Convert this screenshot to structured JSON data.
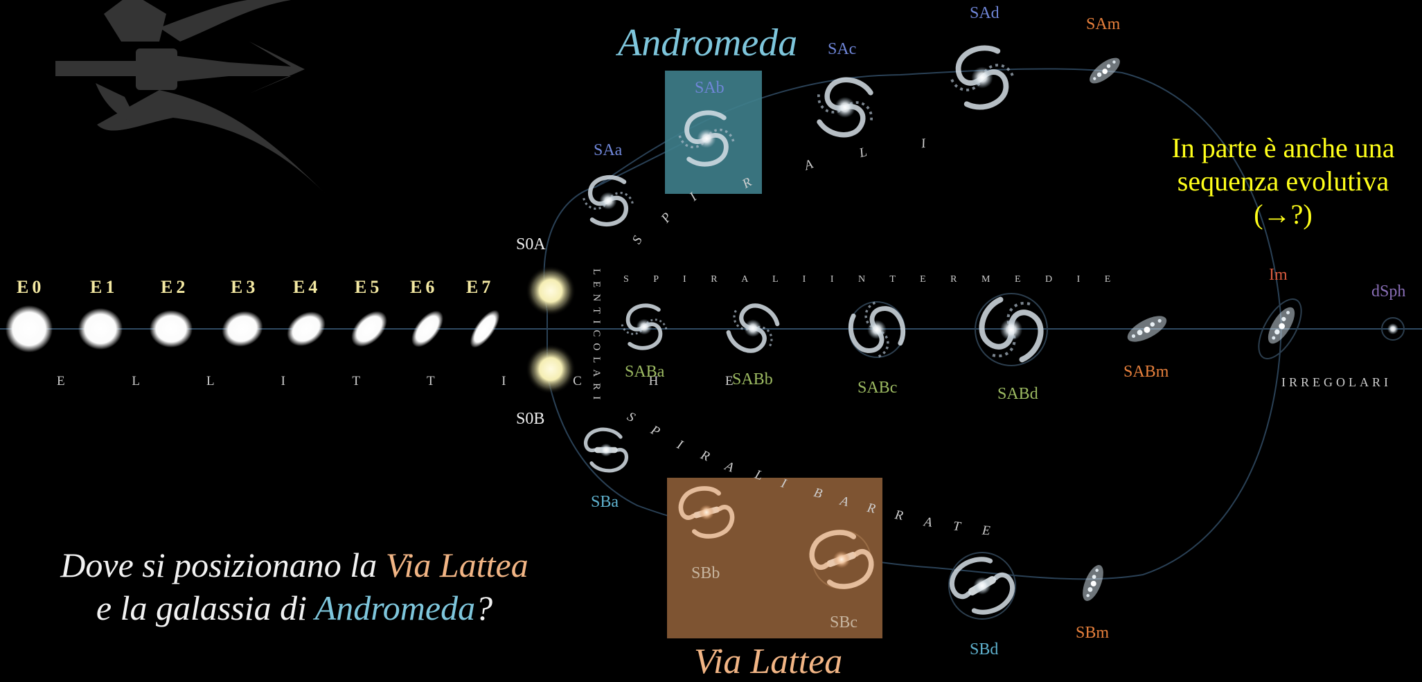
{
  "elliptical": {
    "labels": [
      "E0",
      "E1",
      "E2",
      "E3",
      "E4",
      "E5",
      "E6",
      "E7"
    ],
    "class_name": "E L L I T T I C H E"
  },
  "lenticular": {
    "s0a": "S0A",
    "s0b": "S0B",
    "class_name": "LENTICOLARI"
  },
  "spiral": {
    "labels": [
      "SAa",
      "SAb",
      "SAc",
      "SAd",
      "SAm"
    ],
    "class_letters": [
      "S",
      "P",
      "I",
      "R",
      "A",
      "L",
      "I"
    ]
  },
  "intermediate": {
    "labels": [
      "SABa",
      "SABb",
      "SABc",
      "SABd",
      "SABm"
    ],
    "class_name": "S P I R A L I   I N T E R M E D I E"
  },
  "barred": {
    "labels": [
      "SBa",
      "SBb",
      "SBc",
      "SBd",
      "SBm"
    ],
    "class_letters": [
      "S",
      "P",
      "I",
      "R",
      "A",
      "L",
      "I",
      "B",
      "A",
      "R",
      "R",
      "A",
      "T",
      "E"
    ]
  },
  "irregular": {
    "im": "Im",
    "dsph": "dSph",
    "class_name": "IRREGOLARI"
  },
  "highlights": {
    "andromeda": "Andromeda",
    "milky_way": "Via Lattea"
  },
  "note": {
    "line1": "In parte è anche una",
    "line2": "sequenza evolutiva",
    "line3": "(→?)"
  },
  "question": {
    "part1": "Dove si posizionano la ",
    "milky_way": "Via Lattea",
    "part2": "e la galassia di ",
    "andromeda": "Andromeda",
    "part3": "?"
  },
  "colors": {
    "background": "#000000",
    "elliptical_label": "#f4e9a2",
    "spiral_label": "#6f86d8",
    "intermediate_label": "#9dbb62",
    "barred_label": "#5fb2cf",
    "late_type_label": "#e7803c",
    "dsph_label": "#8a6fb8",
    "andromeda_box": "#3f7f8c",
    "milky_way_box": "#7e5432",
    "andromeda_text": "#7ec6dc",
    "milky_way_text": "#f2b585",
    "note_text": "#ffff1a"
  }
}
